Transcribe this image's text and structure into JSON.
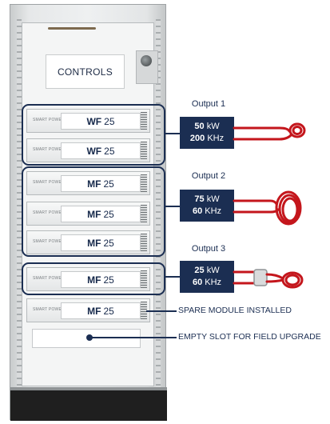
{
  "controls_label": "CONTROLS",
  "brand": "SMART POWER",
  "modules": [
    {
      "type": "WF",
      "value": "25"
    },
    {
      "type": "WF",
      "value": "25"
    },
    {
      "type": "MF",
      "value": "25"
    },
    {
      "type": "MF",
      "value": "25"
    },
    {
      "type": "MF",
      "value": "25"
    },
    {
      "type": "MF",
      "value": "25"
    },
    {
      "type": "MF",
      "value": "25"
    }
  ],
  "outputs": [
    {
      "title": "Output 1",
      "power_value": "50",
      "power_unit": "kW",
      "freq_value": "200",
      "freq_unit": "KHz"
    },
    {
      "title": "Output 2",
      "power_value": "75",
      "power_unit": "kW",
      "freq_value": "60",
      "freq_unit": "KHz"
    },
    {
      "title": "Output 3",
      "power_value": "25",
      "power_unit": "kW",
      "freq_value": "60",
      "freq_unit": "KHz"
    }
  ],
  "callouts": {
    "spare": "SPARE MODULE INSTALLED",
    "empty": "EMPTY SLOT FOR FIELD UPGRADE"
  },
  "colors": {
    "navy": "#1b2e52",
    "coil": "#c4161c"
  }
}
